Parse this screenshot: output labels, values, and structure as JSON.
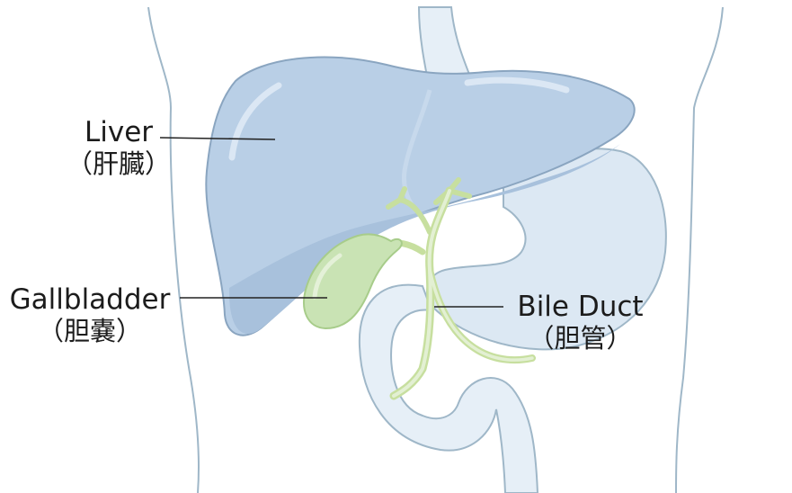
{
  "labels": {
    "liver": {
      "en": "Liver",
      "jp": "（肝臓）"
    },
    "gallbladder": {
      "en": "Gallbladder",
      "jp": "（胆嚢）"
    },
    "bile_duct": {
      "en": "Bile Duct",
      "jp": "（胆管）"
    }
  },
  "colors": {
    "body_outline": "#9fb7c8",
    "liver_fill": "#b9cfe6",
    "liver_outline": "#8aa5c0",
    "stomach_fill": "#dce8f3",
    "intestine_fill": "#e6eff7",
    "gallbladder_fill": "#c9e3b4",
    "bile_duct": "#d6eac2",
    "leader_line": "#222222"
  }
}
